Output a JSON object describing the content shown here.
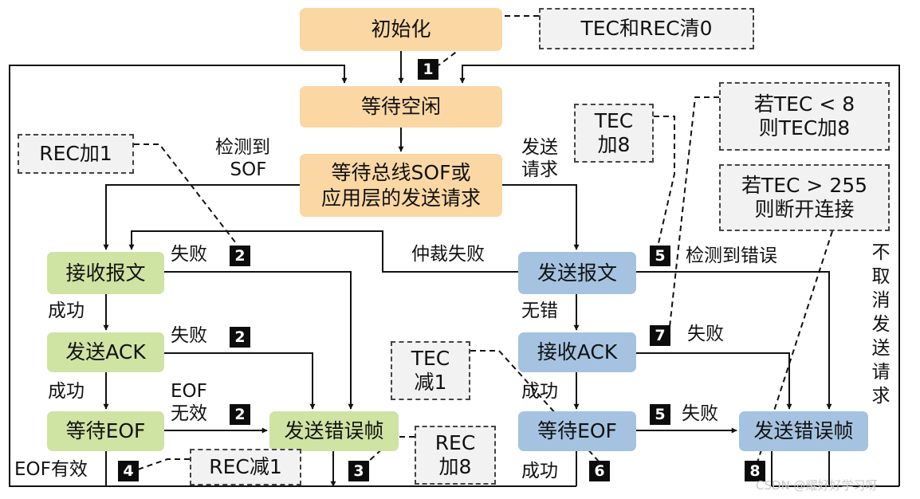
{
  "states": {
    "init": "初始化",
    "wait_idle": "等待空闲",
    "wait_bus": [
      "等待总线SOF或",
      "应用层的发送请求"
    ],
    "rx_frame": "接收报文",
    "tx_ack": "发送ACK",
    "wait_eof_left": "等待EOF",
    "tx_error_left": "发送错误帧",
    "tx_frame": "发送报文",
    "rx_ack": "接收ACK",
    "wait_eof_right": "等待EOF",
    "tx_error_right": "发送错误帧"
  },
  "notes": {
    "tec_rec_clear": "TEC和REC清0",
    "rec_add1": "REC加1",
    "tec_add8": [
      "TEC",
      "加8"
    ],
    "tec_lt8": [
      "若TEC < 8",
      "则TEC加8"
    ],
    "tec_gt255": [
      "若TEC > 255",
      "则断开连接"
    ],
    "tec_sub1": [
      "TEC",
      "减1"
    ],
    "rec_sub1": "REC减1",
    "rec_add8": [
      "REC",
      "加8"
    ]
  },
  "labels": {
    "detect_sof": [
      "检测到",
      "SOF"
    ],
    "send_request": [
      "发送",
      "请求"
    ],
    "fail_rx": "失败",
    "arbitration_lost": "仲裁失败",
    "detect_error": "检测到错误",
    "success_rx": "成功",
    "fail_ack": "失败",
    "no_error": "无错",
    "fail_rxack": "失败",
    "success_ack": "成功",
    "eof_invalid": [
      "EOF",
      "无效"
    ],
    "success_rxack": "成功",
    "fail_eof_right": "失败",
    "eof_valid": "EOF有效",
    "success_eof_right": "成功",
    "cancel_request": [
      "不",
      "取",
      "消",
      "发",
      "送",
      "请",
      "求"
    ]
  },
  "badges": {
    "b1": "1",
    "b2a": "2",
    "b2b": "2",
    "b2c": "2",
    "b3": "3",
    "b4": "4",
    "b5a": "5",
    "b5b": "5",
    "b6": "6",
    "b7": "7",
    "b8": "8"
  },
  "watermark": "CSDN @耀好好学习呀",
  "colors": {
    "orange": "#fbd7a4",
    "green": "#cfe3a2",
    "blue": "#a5c3e0",
    "note_fill": "#f2f2f2",
    "line": "#111111"
  }
}
